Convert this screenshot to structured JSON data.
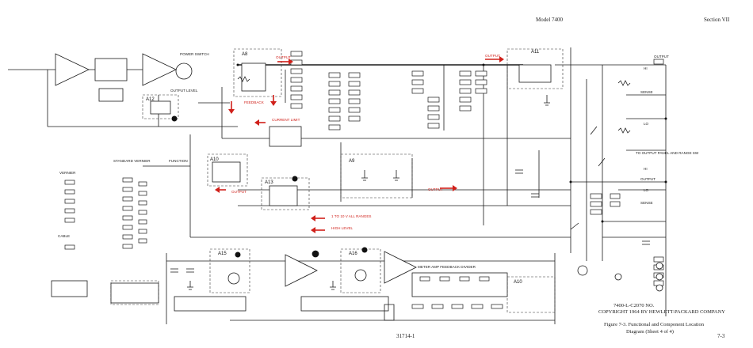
{
  "header": {
    "model": "Model 7400",
    "section": "Section VII"
  },
  "footer": {
    "part_number": "31714-1",
    "page_number": "7-3",
    "figure_caption_line1": "Figure 7-3. Functional and Component Location",
    "figure_caption_line2": "Diagram (Sheet 4 of 4)",
    "copyright_line1": "7400-L-C2070 NO.",
    "copyright_line2": "COPYRIGHT 1964 BY HEWLETT-PACKARD COMPANY"
  },
  "assemblies": {
    "a8": "A8",
    "a9": "A9",
    "a10_left": "A10",
    "a11": "A11",
    "a12": "A12",
    "a13": "A13",
    "a15": "A15",
    "a16": "A16",
    "a10_bottom": "A10"
  },
  "blocks": {
    "standard_vernier": "STANDARD VERNIER",
    "function": "FUNCTION",
    "output_level": "OUTPUT LEVEL",
    "power_switch": "POWER SWITCH",
    "meter_amp_feedback_divider": "METER AMP FEEDBACK DIVIDER",
    "cable": "CABLE",
    "vernier": "VERNIER",
    "to_output_panel": "TO OUTPUT PANEL AND RANGE SW"
  },
  "outputs": {
    "output_a": "OUTPUT",
    "sense_a": "SENSE",
    "output_b": "OUTPUT",
    "sense_b": "SENSE",
    "hi_a": "HI",
    "lo_a": "LO",
    "hi_b": "HI",
    "lo_b": "LO"
  },
  "annotations": {
    "output_1": "OUTPUT",
    "output_2": "OUTPUT",
    "output_3": "OUTPUT",
    "output_4": "OUTPUT",
    "current_limit": "CURRENT LIMIT",
    "feedback": "FEEDBACK",
    "volt_limit_1": "1 TO 10 V ALL RANGES",
    "volt_limit_2": "HIGH LEVEL"
  },
  "colors": {
    "line": "#1a1a1a",
    "signal_flow": "#d0201a",
    "paper": "#ffffff"
  }
}
